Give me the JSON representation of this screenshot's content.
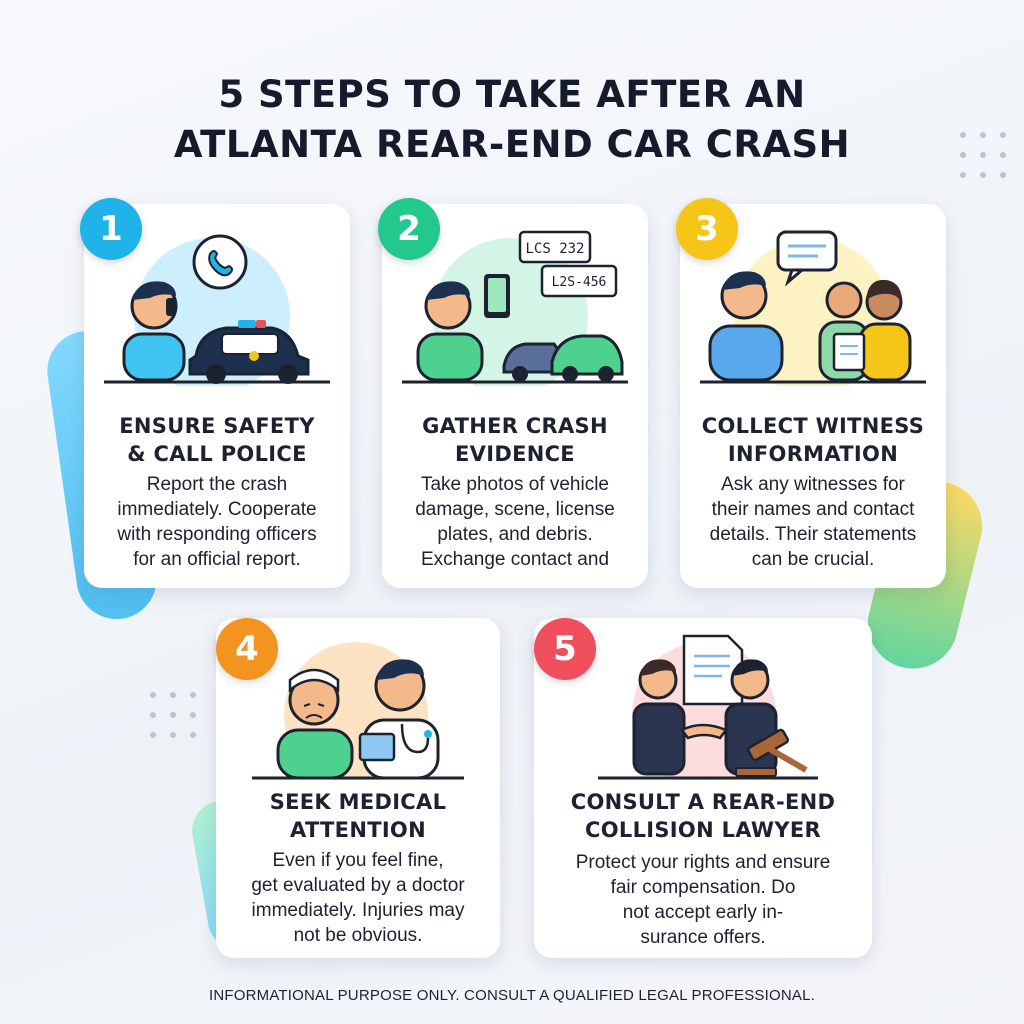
{
  "title": {
    "line1": "5 STEPS TO TAKE AFTER AN",
    "line2": "ATLANTA REAR-END CAR CRASH"
  },
  "colors": {
    "step1": "#1fb3ea",
    "step2": "#23c98c",
    "step3": "#f5c518",
    "step4": "#f39320",
    "step5": "#ef4e5d"
  },
  "steps": [
    {
      "number": "1",
      "title_lines": [
        "ENSURE SAFETY",
        "& CALL POLICE"
      ],
      "body_lines": [
        "Report the crash",
        "immediately. Cooperate",
        "with responding officers",
        "for an official report."
      ],
      "icons": [
        "phone-call-icon",
        "police-car-icon",
        "person-on-phone-icon"
      ]
    },
    {
      "number": "2",
      "title_lines": [
        "GATHER CRASH",
        "EVIDENCE"
      ],
      "body_lines": [
        "Take photos of vehicle",
        "damage, scene, license",
        "plates, and debris.",
        "Exchange contact and"
      ],
      "plates": [
        "LCS 232",
        "L2S-456"
      ],
      "icons": [
        "smartphone-camera-icon",
        "license-plate-icon",
        "crashed-cars-icon"
      ]
    },
    {
      "number": "3",
      "title_lines": [
        "COLLECT WITNESS",
        "INFORMATION"
      ],
      "body_lines": [
        "Ask any witnesses for",
        "their names and contact",
        "details. Their statements",
        "can be crucial."
      ],
      "icons": [
        "speech-bubble-icon",
        "witness-group-icon",
        "clipboard-icon"
      ]
    },
    {
      "number": "4",
      "title_lines": [
        "SEEK MEDICAL",
        "ATTENTION"
      ],
      "body_lines": [
        "Even if you feel fine,",
        "get evaluated by a doctor",
        "immediately. Injuries may",
        "not be obvious."
      ],
      "icons": [
        "injured-person-icon",
        "doctor-icon",
        "stethoscope-icon"
      ]
    },
    {
      "number": "5",
      "title_lines": [
        "CONSULT A REAR-END",
        "COLLISION LAWYER"
      ],
      "body_lines": [
        "Protect your rights and ensure",
        "fair compensation. Do",
        "not accept early in-",
        "surance offers."
      ],
      "icons": [
        "handshake-icon",
        "legal-document-icon",
        "gavel-icon"
      ]
    }
  ],
  "footer": "INFORMATIONAL PURPOSE ONLY. CONSULT A QUALIFIED LEGAL PROFESSIONAL."
}
